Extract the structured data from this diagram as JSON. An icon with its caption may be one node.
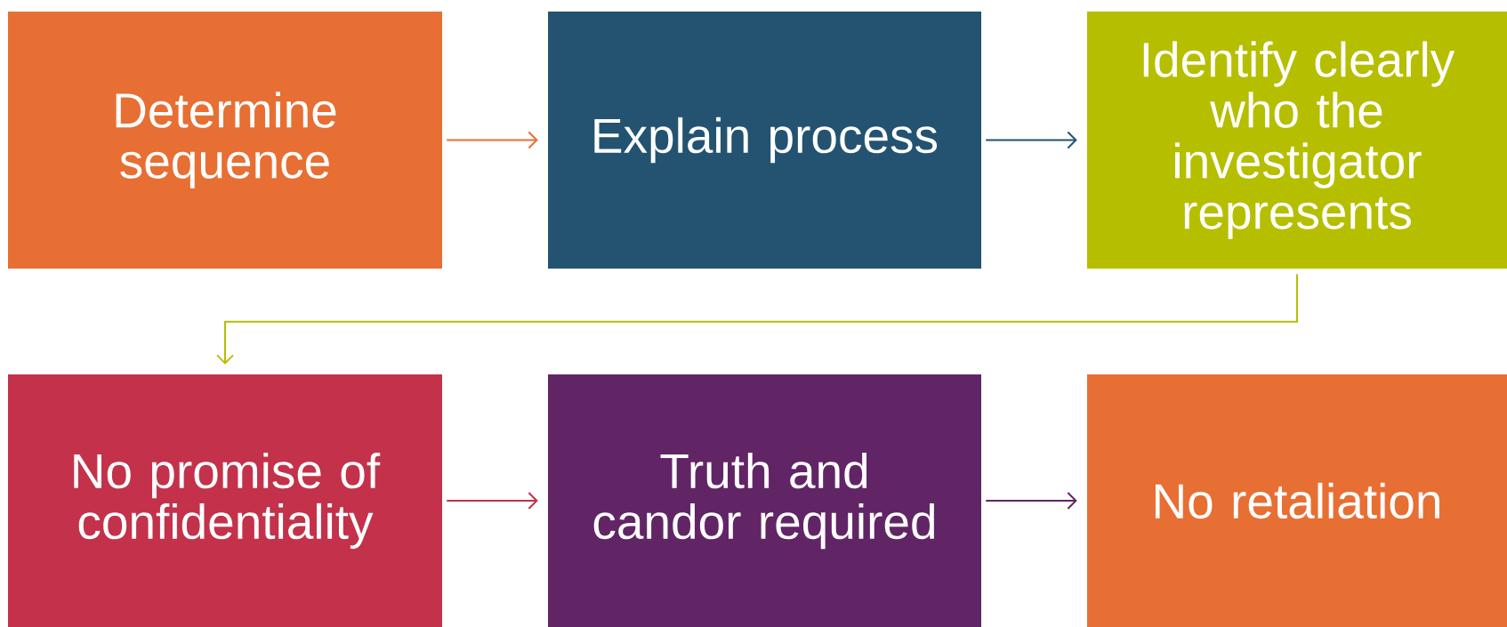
{
  "diagram": {
    "nodes": [
      {
        "text": [
          "Determine sequence"
        ]
      },
      {
        "text": [
          "Explain process"
        ]
      },
      {
        "text": [
          "Identify clearly who the investigator represents"
        ]
      },
      {
        "text": [
          "No promise of confidentiality"
        ]
      },
      {
        "text": [
          "Truth and candor required"
        ]
      },
      {
        "text": [
          "No retaliation"
        ]
      }
    ],
    "edges": [
      {
        "from": 0,
        "to": 1,
        "arrow": "to",
        "color": "#e76f34"
      },
      {
        "from": 1,
        "to": 2,
        "arrow": "to",
        "color": "#235371"
      },
      {
        "from": 2,
        "to": 3,
        "arrow": "to",
        "color": "#b6be00"
      },
      {
        "from": 3,
        "to": 4,
        "arrow": "to",
        "color": "#c3324a"
      },
      {
        "from": 4,
        "to": 5,
        "arrow": "to",
        "color": "#612566"
      }
    ]
  }
}
